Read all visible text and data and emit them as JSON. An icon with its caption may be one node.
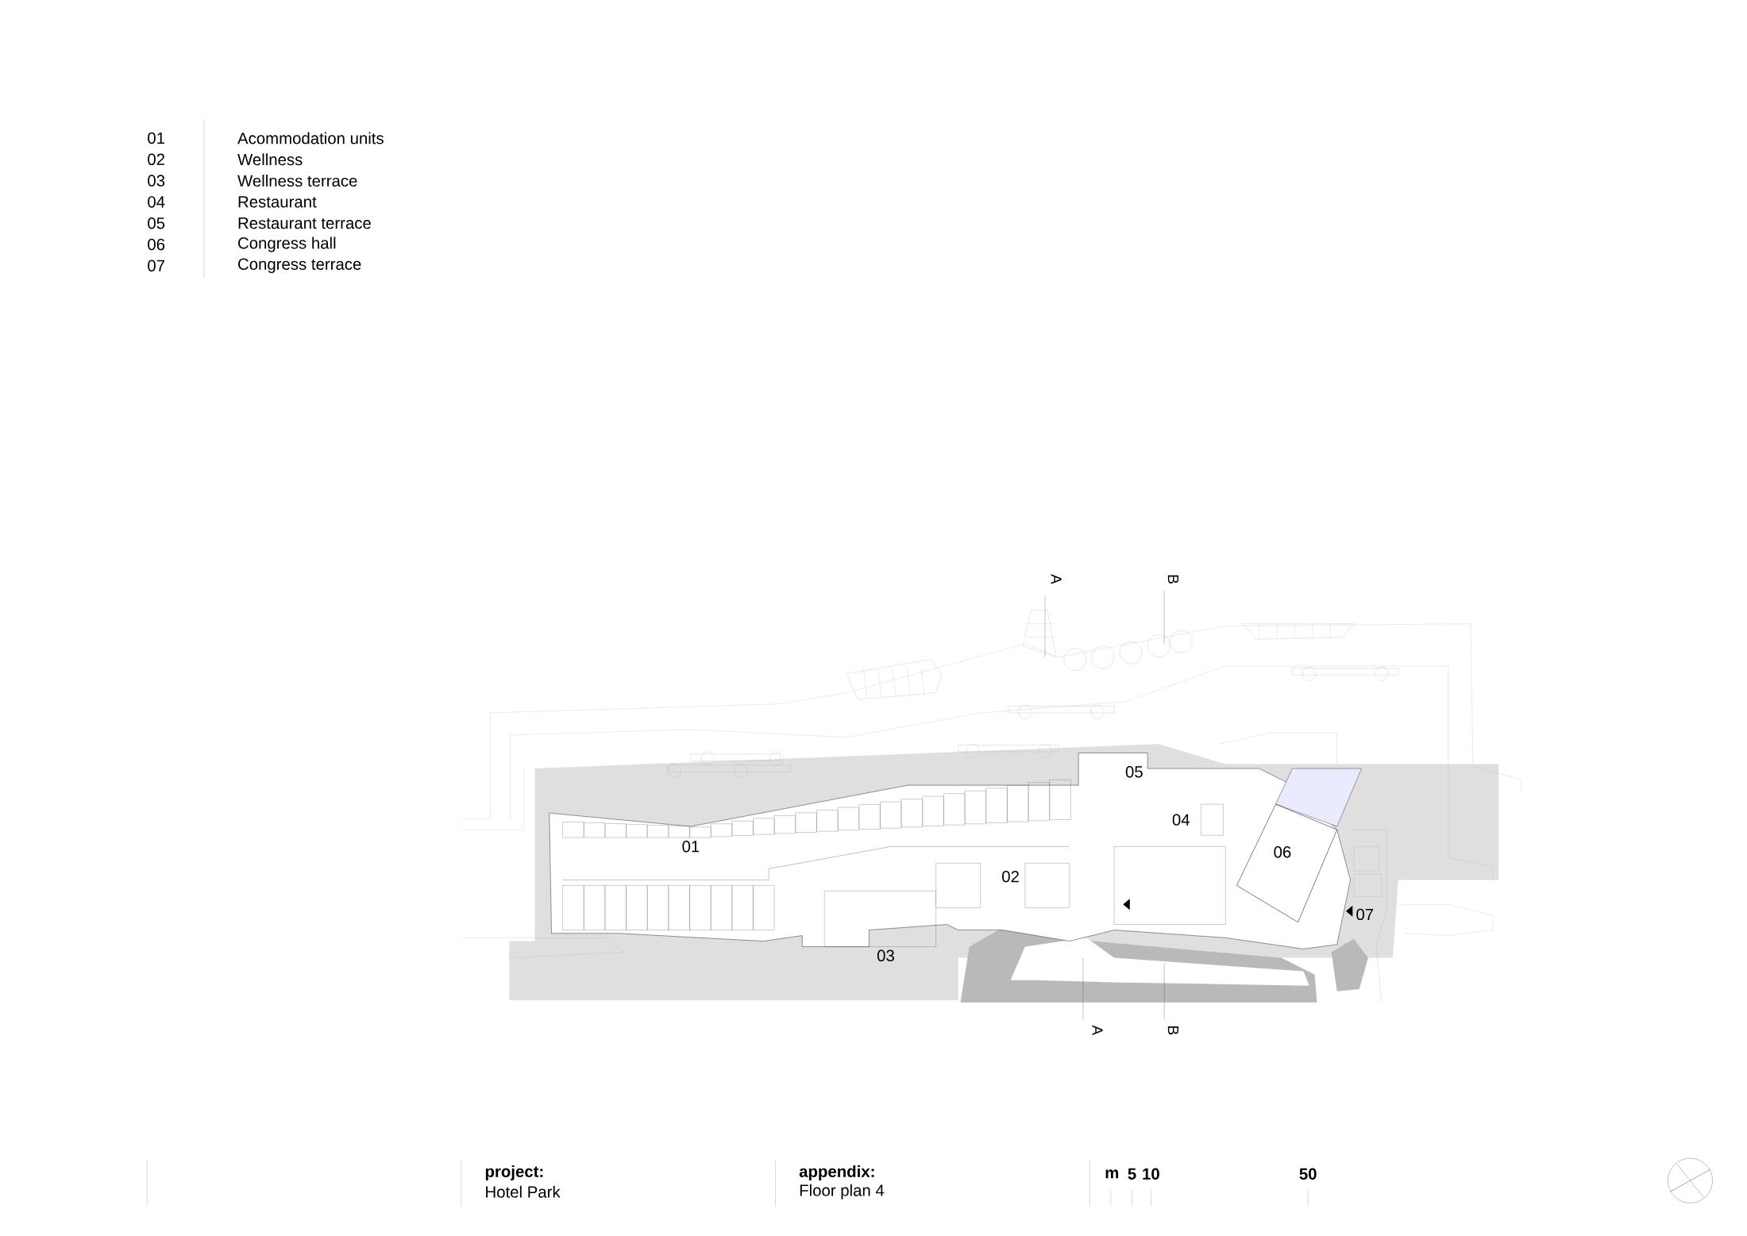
{
  "diagram": {
    "labels": [
      "01",
      "Acommodation units",
      "02",
      "Wellness",
      "03",
      "Wellness terrace",
      "04",
      "Restaurant",
      "05",
      "Restaurant terrace",
      "06",
      "Congress hall",
      "07",
      "Congress terrace",
      "A",
      "B",
      "05",
      "04",
      "01",
      "06",
      "02",
      "07",
      "03",
      "A",
      "B",
      "project:",
      "Hotel Park",
      "appendix:",
      "Floor plan 4",
      "m",
      "5",
      "10",
      "50"
    ]
  }
}
